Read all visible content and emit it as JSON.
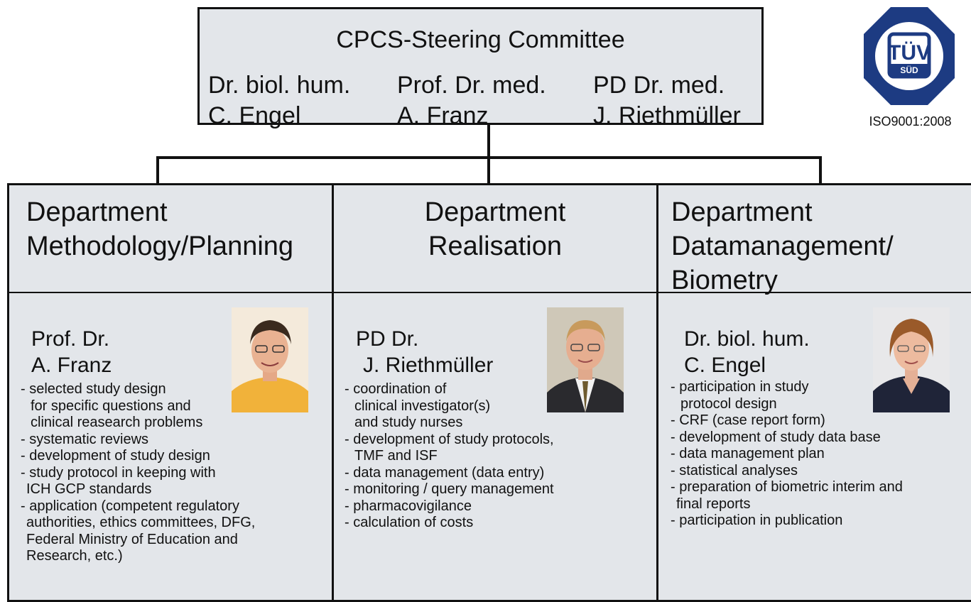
{
  "committee": {
    "title": "CPCS-Steering Committee",
    "members": [
      {
        "line1": "Dr. biol. hum.",
        "line2": "C. Engel"
      },
      {
        "line1": "Prof. Dr. med.",
        "line2": "A. Franz"
      },
      {
        "line1": "PD Dr. med.",
        "line2": "J. Riethmüller"
      }
    ]
  },
  "certification": {
    "seal_text": "TÜV",
    "seal_subtext": "SÜD",
    "standard": "ISO9001:2008"
  },
  "departments": [
    {
      "title_lines": [
        "Department",
        "Methodology/Planning"
      ],
      "person_lines": [
        "Prof. Dr.",
        "A. Franz"
      ],
      "photo_icon": "portrait-photo",
      "duties": [
        "- selected study design",
        "   for specific questions and",
        "   clinical reasearch problems",
        "- systematic reviews",
        "- development of study design",
        "- study protocol in keeping with",
        "  ICH GCP standards",
        "- application (competent regulatory",
        "  authorities, ethics committees, DFG,",
        "  Federal Ministry of Education and",
        "  Research, etc.)"
      ]
    },
    {
      "title_lines": [
        "Department",
        "Realisation"
      ],
      "person_lines": [
        "PD Dr.",
        "J. Riethmüller"
      ],
      "photo_icon": "portrait-photo",
      "duties": [
        "- coordination of",
        "  clinical investigator(s)",
        "  and study nurses",
        "- development of study protocols,",
        "  TMF and ISF",
        "- data management (data entry)",
        "- monitoring / query management",
        "- pharmacovigilance",
        "- calculation of costs"
      ]
    },
    {
      "title_lines": [
        "Department",
        "Datamanagement/",
        "Biometry"
      ],
      "person_lines": [
        "Dr. biol. hum.",
        "C. Engel"
      ],
      "photo_icon": "portrait-photo",
      "duties": [
        "- participation in study",
        "  protocol design",
        "- CRF (case report form)",
        "- development of study data base",
        "- data management plan",
        "- statistical analyses",
        "- preparation of biometric interim and",
        "  final reports",
        "- participation in publication"
      ]
    }
  ]
}
